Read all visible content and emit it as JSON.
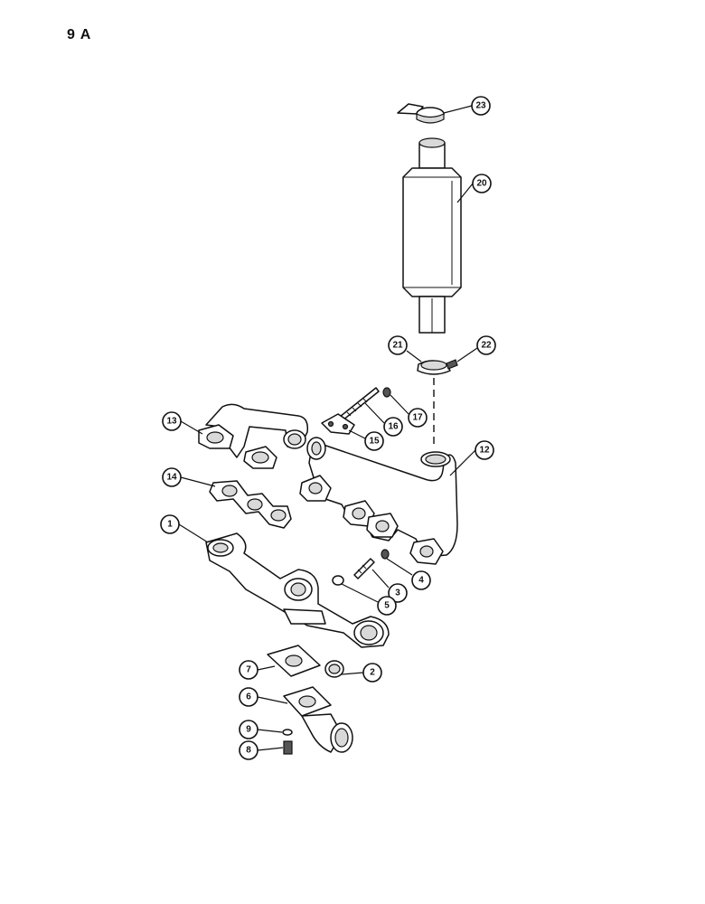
{
  "page": {
    "label": "9 A"
  },
  "callouts": [
    {
      "id": "23",
      "label": "23"
    },
    {
      "id": "20",
      "label": "20"
    },
    {
      "id": "21",
      "label": "21"
    },
    {
      "id": "22",
      "label": "22"
    },
    {
      "id": "17",
      "label": "17"
    },
    {
      "id": "16",
      "label": "16"
    },
    {
      "id": "15",
      "label": "15"
    },
    {
      "id": "13",
      "label": "13"
    },
    {
      "id": "12",
      "label": "12"
    },
    {
      "id": "14",
      "label": "14"
    },
    {
      "id": "1",
      "label": "1"
    },
    {
      "id": "4",
      "label": "4"
    },
    {
      "id": "3",
      "label": "3"
    },
    {
      "id": "5",
      "label": "5"
    },
    {
      "id": "2",
      "label": "2"
    },
    {
      "id": "7",
      "label": "7"
    },
    {
      "id": "6",
      "label": "6"
    },
    {
      "id": "9",
      "label": "9"
    },
    {
      "id": "8",
      "label": "8"
    }
  ]
}
